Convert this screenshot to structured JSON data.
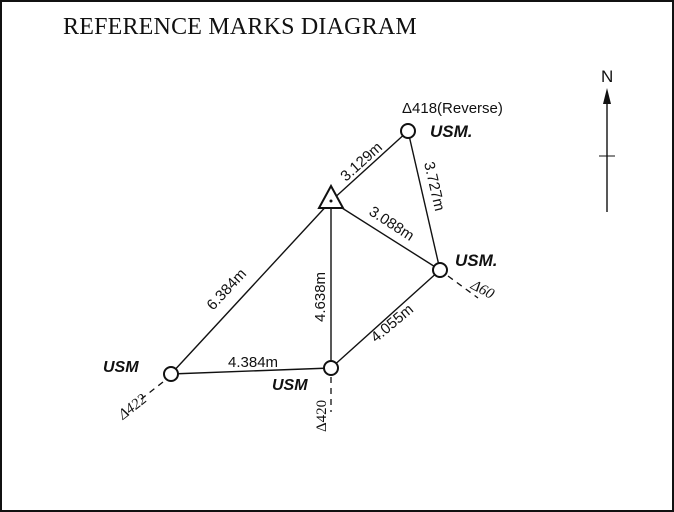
{
  "title": "REFERENCE MARKS DIAGRAM",
  "north_label": "N",
  "marks": {
    "top_right": {
      "label": "USM.",
      "ref": "Δ418(Reverse)"
    },
    "right": {
      "label": "USM.",
      "ref": "Δ60"
    },
    "bottom_mid": {
      "label": "USM",
      "ref": "Δ420"
    },
    "left": {
      "label": "USM",
      "ref": "Δ422"
    }
  },
  "distances": {
    "tri_to_top_right": "3.129m",
    "top_right_to_right": "3.727m",
    "tri_to_right": "3.088m",
    "tri_to_left": "6.384m",
    "tri_to_bottom_mid": "4.638m",
    "bottom_mid_to_right": "4.055m",
    "left_to_bottom_mid": "4.384m"
  },
  "colors": {
    "ink": "#111111",
    "background": "#ffffff"
  }
}
